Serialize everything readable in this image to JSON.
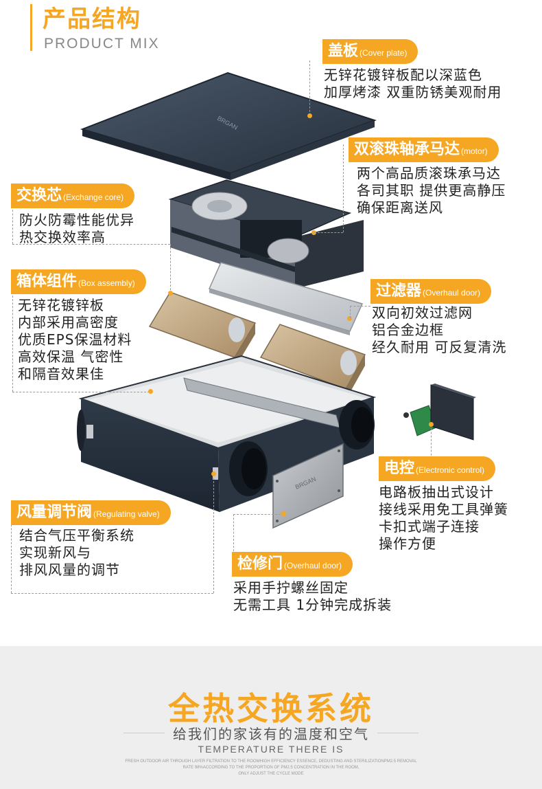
{
  "header": {
    "title": "产品结构",
    "subtitle": "PRODUCT MIX"
  },
  "parts": {
    "cover": {
      "zh": "盖板",
      "en": "(Cover plate)",
      "lines": [
        "无锌花镀锌板配以深蓝色",
        "加厚烤漆 双重防锈美观耐用"
      ]
    },
    "motor": {
      "zh": "双滚珠轴承马达",
      "en": "(motor)",
      "lines": [
        "两个高品质滚珠承马达",
        "各司其职 提供更高静压",
        "确保距离送风"
      ]
    },
    "core": {
      "zh": "交换芯",
      "en": "(Exchange core)",
      "lines": [
        "防火防霉性能优异",
        "热交换效率高"
      ]
    },
    "box": {
      "zh": "箱体组件",
      "en": "(Box assembly)",
      "lines": [
        "无锌花镀锌板",
        "内部采用高密度",
        "优质EPS保温材料",
        "高效保温 气密性",
        "和隔音效果佳"
      ]
    },
    "filter": {
      "zh": "过滤器",
      "en": "(Overhaul door)",
      "lines": [
        "双向初效过滤网",
        "铝合金边框",
        "经久耐用 可反复清洗"
      ]
    },
    "control": {
      "zh": "电控",
      "en": "(Electronic control)",
      "lines": [
        "电路板抽出式设计",
        "接线采用免工具弹簧",
        "卡扣式端子连接",
        "操作方便"
      ]
    },
    "valve": {
      "zh": "风量调节阀",
      "en": "(Regulating valve)",
      "lines": [
        "结合气压平衡系统",
        "实现新风与",
        "排风风量的调节"
      ]
    },
    "door": {
      "zh": "检修门",
      "en": "(Overhaul door)",
      "lines": [
        "采用手拧螺丝固定",
        "无需工具 1分钟完成拆装"
      ]
    }
  },
  "brand_mark": "BRGAN",
  "footer": {
    "title": "全热交换系统",
    "subtitle": "给我们的家该有的温度和空气",
    "en": "TEMPERATURE THERE IS",
    "small1": "FRESH OUTDOOR AIR THROUGH LAYER FILTRATION TO THE ROOMHIGH EFFICIENCY ESSENCE, DEDUSTING AND STERILIZATIONPM2.5 REMOVAL",
    "small2": "RATE 98%ACCORDING TO THE PROPORTION OF PM2.5 CONCENTRATION IN THE ROOM,",
    "small3": "ONLY ADJUST THE CYCLE MODE"
  },
  "colors": {
    "accent": "#f5a623",
    "navy": "#2e3a4c",
    "panel_gray": "#b5b9bf"
  }
}
